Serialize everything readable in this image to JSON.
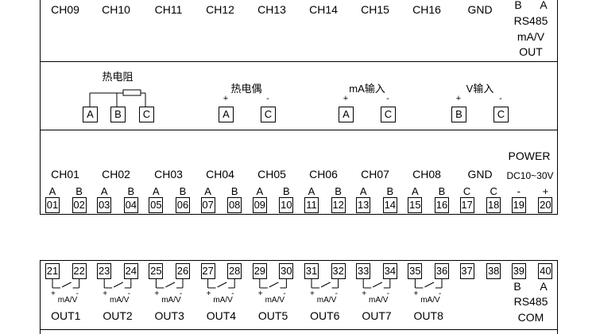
{
  "top_row": {
    "channels": [
      "CH09",
      "CH10",
      "CH11",
      "CH12",
      "CH13",
      "CH14",
      "CH15",
      "CH16",
      "GND"
    ],
    "ab_labels": [
      "B",
      "A"
    ],
    "comm_lines": [
      "RS485",
      "mA/V",
      "OUT"
    ]
  },
  "wiring": {
    "rtd_label": "热电阻",
    "tc_label": "热电偶",
    "ma_label": "mA输入",
    "v_label": "V输入",
    "plus": "+",
    "minus": "-",
    "letters": [
      "A",
      "B",
      "C",
      "A",
      "C",
      "A",
      "C",
      "B",
      "C"
    ]
  },
  "lower_block": {
    "power_label": "POWER",
    "power_range": "DC10~30V",
    "channels": [
      "CH01",
      "CH02",
      "CH03",
      "CH04",
      "CH05",
      "CH06",
      "CH07",
      "CH08",
      "GND"
    ],
    "pin_letters": [
      "A",
      "B",
      "A",
      "B",
      "A",
      "B",
      "A",
      "B",
      "A",
      "B",
      "A",
      "B",
      "A",
      "B",
      "A",
      "B",
      "C",
      "C",
      "-",
      "+"
    ],
    "terminals": [
      "01",
      "02",
      "03",
      "04",
      "05",
      "06",
      "07",
      "08",
      "09",
      "10",
      "11",
      "12",
      "13",
      "14",
      "15",
      "16",
      "17",
      "18",
      "19",
      "20"
    ]
  },
  "bottom_block": {
    "terminals": [
      "21",
      "22",
      "23",
      "24",
      "25",
      "26",
      "27",
      "28",
      "29",
      "30",
      "31",
      "32",
      "33",
      "34",
      "35",
      "36",
      "37",
      "38",
      "39",
      "40"
    ],
    "relay_unit": "mA/V",
    "outputs": [
      "OUT1",
      "OUT2",
      "OUT3",
      "OUT4",
      "OUT5",
      "OUT6",
      "OUT7",
      "OUT8"
    ],
    "ab_labels": [
      "B",
      "A"
    ],
    "rs485": "RS485",
    "com": "COM"
  },
  "colors": {
    "line": "#000000",
    "bg": "#ffffff"
  }
}
